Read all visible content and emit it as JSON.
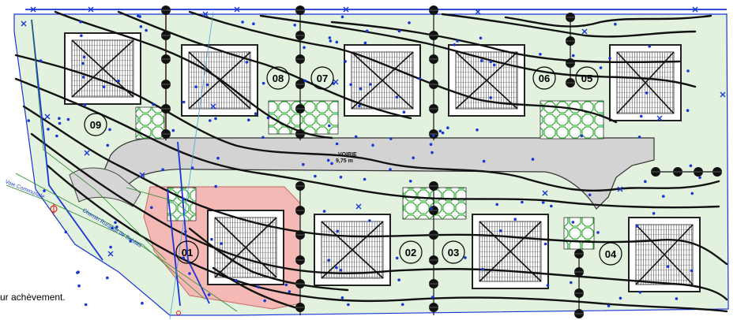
{
  "lots": [
    "01",
    "02",
    "03",
    "04",
    "05",
    "06",
    "07",
    "08",
    "09"
  ],
  "voirie": {
    "label": "VOIRIE",
    "width": "9,75 m"
  },
  "roads": {
    "chemin": "Chemin Rural dit de Sablias",
    "voie": "Voie Communale"
  },
  "footnote": "ur achèvement.",
  "colors": {
    "parcel_fill": "#e3f1df",
    "lot01_fill": "#f4b9b4",
    "road_fill": "#d3d3d3",
    "contour": "#111111",
    "points": "#1736d6",
    "hedge": "#14a11a"
  }
}
